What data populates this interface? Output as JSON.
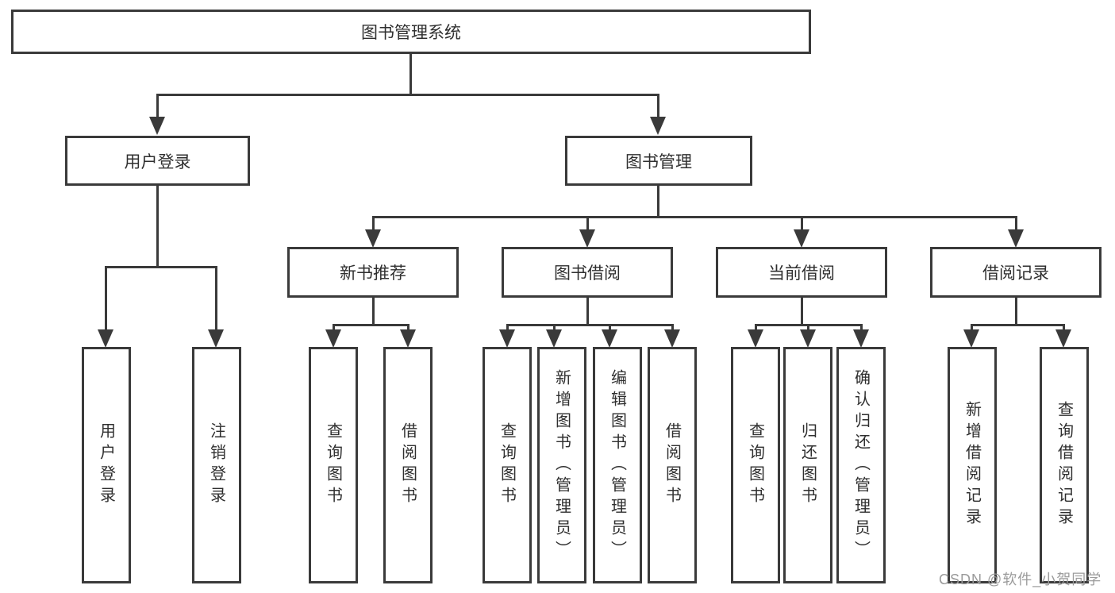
{
  "diagram": {
    "title": "图书管理系统",
    "root": {
      "label": "图书管理系统"
    },
    "user_login": {
      "label": "用户登录",
      "children": [
        "用户登录",
        "注销登录"
      ]
    },
    "book_mgmt": {
      "label": "图书管理"
    },
    "new_book": {
      "label": "新书推荐",
      "children": [
        "查询图书",
        "借阅图书"
      ]
    },
    "book_borrow": {
      "label": "图书借阅",
      "children": [
        "查询图书",
        "新增图书（管理员）",
        "编辑图书（管理员）",
        "借阅图书"
      ]
    },
    "current_borrow": {
      "label": "当前借阅",
      "children": [
        "查询图书",
        "归还图书",
        "确认归还（管理员）"
      ]
    },
    "borrow_records": {
      "label": "借阅记录",
      "children": [
        "新增借阅记录",
        "查询借阅记录"
      ]
    }
  },
  "watermark": {
    "text": "CSDN @软件_小贺同学"
  },
  "colors": {
    "line": "#3a3a3a",
    "text": "#2f2f2f",
    "watermark": "#9b9b9b",
    "background": "#ffffff"
  }
}
